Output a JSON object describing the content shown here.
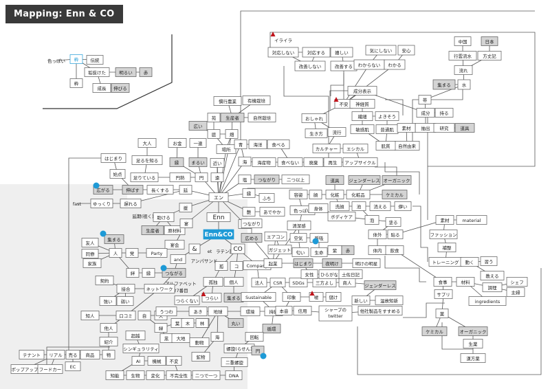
{
  "title": "Mapping: Enn & CO",
  "colors": {
    "line": "#555555",
    "box_border": "#555555",
    "gray_fill": "#d4d4d4",
    "accent_blue": "#1e9ad6",
    "alert_red": "#c0141b",
    "bg_gray": "#eeeeee"
  },
  "nodes": [
    {
      "id": "irairа",
      "text": "イライラ"
    },
    {
      "id": "taiou",
      "text": "対応しない"
    },
    {
      "id": "taiousuru",
      "text": "対応する"
    },
    {
      "id": "ureshii",
      "text": "嬉しい"
    },
    {
      "id": "kininaranai",
      "text": "気にしない"
    },
    {
      "id": "anshin",
      "text": "安心"
    },
    {
      "id": "kaizenshinai",
      "text": "改善しない"
    },
    {
      "id": "kaizensuru",
      "text": "改善する"
    },
    {
      "id": "wakaranai",
      "text": "わからない"
    },
    {
      "id": "wakaru",
      "text": "わかる"
    },
    {
      "id": "chugoku",
      "text": "中国"
    },
    {
      "id": "nihon",
      "text": "日本"
    },
    {
      "id": "gyoshoryusui",
      "text": "行雲流水"
    },
    {
      "id": "hojoki",
      "text": "方丈記"
    },
    {
      "id": "nagare",
      "text": "流れ"
    },
    {
      "id": "atsumaru",
      "text": "集まる"
    },
    {
      "id": "mizu",
      "text": "水"
    },
    {
      "id": "obi",
      "text": "帯"
    },
    {
      "id": "tamotsu",
      "text": "持る"
    },
    {
      "id": "seibun",
      "text": "成分"
    },
    {
      "id": "chushutsu",
      "text": "抽出"
    },
    {
      "id": "kenkyu",
      "text": "研究"
    },
    {
      "id": "dougu1",
      "text": "道具"
    },
    {
      "id": "seibunhyoji",
      "text": "成分表示"
    },
    {
      "id": "fuan",
      "text": "不安"
    },
    {
      "id": "shinkeishitsu",
      "text": "神経質"
    },
    {
      "id": "oshare",
      "text": "おしゃれ"
    },
    {
      "id": "saisai",
      "text": "繊細"
    },
    {
      "id": "yokisou",
      "text": "よきそう"
    },
    {
      "id": "binkanhada",
      "text": "敏感肌"
    },
    {
      "id": "futsuhada",
      "text": "普通肌"
    },
    {
      "id": "sozai1",
      "text": "素材"
    },
    {
      "id": "shizenyurai",
      "text": "自然由来"
    },
    {
      "id": "ikikata",
      "text": "生き方"
    },
    {
      "id": "ryuko",
      "text": "流行"
    },
    {
      "id": "culture",
      "text": "カルチャー"
    },
    {
      "id": "ethical",
      "text": "エシカル"
    },
    {
      "id": "hadashitsu",
      "text": "肌質"
    },
    {
      "id": "kanko",
      "text": "慣行農業"
    },
    {
      "id": "yuki",
      "text": "有機栽培"
    },
    {
      "id": "seisansha1",
      "text": "生産者"
    },
    {
      "id": "shizensaibai",
      "text": "自然栽培"
    },
    {
      "id": "hiroi",
      "text": "広い"
    },
    {
      "id": "en_en",
      "text": "苑"
    },
    {
      "id": "niwa",
      "text": "庭"
    },
    {
      "id": "hatake",
      "text": "畑"
    },
    {
      "id": "basho",
      "text": "場所"
    },
    {
      "id": "ao",
      "text": "青"
    },
    {
      "id": "kaiyo",
      "text": "海洋"
    },
    {
      "id": "taberu",
      "text": "食べる"
    },
    {
      "id": "umi",
      "text": "海"
    },
    {
      "id": "kaisanbutsu",
      "text": "海産物"
    },
    {
      "id": "tabenai",
      "text": "食べない"
    },
    {
      "id": "haiki",
      "text": "廃棄"
    },
    {
      "id": "saisei",
      "text": "再生"
    },
    {
      "id": "upcycle",
      "text": "アップサイクル"
    },
    {
      "id": "otona",
      "text": "大人"
    },
    {
      "id": "okane",
      "text": "お金"
    },
    {
      "id": "ichiren",
      "text": "一連"
    },
    {
      "id": "kane",
      "text": "縁"
    },
    {
      "id": "marui",
      "text": "まるい"
    },
    {
      "id": "chikai",
      "text": "近い"
    },
    {
      "id": "tooi",
      "text": "遠"
    },
    {
      "id": "en_circle",
      "text": "円"
    },
    {
      "id": "tarumoshiru",
      "text": "足るを知る"
    },
    {
      "id": "tariteiru",
      "text": "足りている"
    },
    {
      "id": "enjuku",
      "text": "円熟"
    },
    {
      "id": "hajimari1",
      "text": "はじまり"
    },
    {
      "id": "shiten",
      "text": "始点"
    },
    {
      "id": "hirogeru",
      "text": "広がる"
    },
    {
      "id": "nobasu",
      "text": "伸ばす"
    },
    {
      "id": "nagakusuru",
      "text": "長くする"
    },
    {
      "id": "en_en2",
      "text": "延"
    },
    {
      "id": "fast",
      "text": "fast"
    },
    {
      "id": "yukkuri",
      "text": "ゆっくり"
    },
    {
      "id": "okureru",
      "text": "遅れる"
    },
    {
      "id": "enki",
      "text": "延期(祖く)"
    },
    {
      "id": "shio",
      "text": "塩"
    },
    {
      "id": "tsunagari1",
      "text": "つながり"
    },
    {
      "id": "futatsuijo",
      "text": "二つ以上"
    },
    {
      "id": "en_main",
      "text": "エン"
    },
    {
      "id": "en_en3",
      "text": "縁"
    },
    {
      "id": "fuchi",
      "text": "ふち"
    },
    {
      "id": "en_en4",
      "text": "艶"
    },
    {
      "id": "adeyaka",
      "text": "あでやか"
    },
    {
      "id": "en_en5",
      "text": "援"
    },
    {
      "id": "en_en6",
      "text": "演"
    },
    {
      "id": "enn_label",
      "text": "Enn"
    },
    {
      "id": "enco",
      "text": "Enn&CO"
    },
    {
      "id": "tasukeru",
      "text": "助ける"
    },
    {
      "id": "seisansha2",
      "text": "生産者"
    },
    {
      "id": "genzairyo",
      "text": "原材料"
    },
    {
      "id": "en_en7",
      "text": "宴"
    },
    {
      "id": "kaiko",
      "text": "宴会"
    },
    {
      "id": "party",
      "text": "Party"
    },
    {
      "id": "to",
      "text": "党"
    },
    {
      "id": "hito",
      "text": "人"
    },
    {
      "id": "yujin",
      "text": "友人"
    },
    {
      "id": "doryo",
      "text": "同僚"
    },
    {
      "id": "kazoku",
      "text": "家族"
    },
    {
      "id": "atsumaru2",
      "text": "集まる"
    },
    {
      "id": "kizuna",
      "text": "絆"
    },
    {
      "id": "en_en8",
      "text": "縁"
    },
    {
      "id": "tsunagaru",
      "text": "つながる"
    },
    {
      "id": "amp",
      "text": "&"
    },
    {
      "id": "et",
      "text": "et"
    },
    {
      "id": "latin",
      "text": "ラテン語"
    },
    {
      "id": "ampersand",
      "text": "アンパサンド"
    },
    {
      "id": "and",
      "text": "and"
    },
    {
      "id": "alphabet",
      "text": "アルファベット"
    },
    {
      "id": "n27",
      "text": "27番目"
    },
    {
      "id": "co",
      "text": "CO"
    },
    {
      "id": "ko1",
      "text": "孤"
    },
    {
      "id": "ko2",
      "text": "コ"
    },
    {
      "id": "kodoku",
      "text": "孤独"
    },
    {
      "id": "kojin",
      "text": "個人"
    },
    {
      "id": "company",
      "text": "Company"
    },
    {
      "id": "tsurakunai",
      "text": "つらくない"
    },
    {
      "id": "tsurai",
      "text": "つらい"
    },
    {
      "id": "atsumaru3",
      "text": "集まる"
    },
    {
      "id": "hojin",
      "text": "法人"
    },
    {
      "id": "keiyaku",
      "text": "契約"
    },
    {
      "id": "secchi",
      "text": "接合"
    },
    {
      "id": "tsuyoi",
      "text": "強い"
    },
    {
      "id": "yowai",
      "text": "弱い"
    },
    {
      "id": "network",
      "text": "ネットワーク"
    },
    {
      "id": "chijin",
      "text": "知人"
    },
    {
      "id": "kuchikomi",
      "text": "口コミ"
    },
    {
      "id": "tanin",
      "text": "他人"
    },
    {
      "id": "shokai",
      "text": "紹介"
    },
    {
      "id": "tenant",
      "text": "テナント"
    },
    {
      "id": "real",
      "text": "リアル"
    },
    {
      "id": "uru",
      "text": "売る"
    },
    {
      "id": "shohin",
      "text": "商品"
    },
    {
      "id": "mono",
      "text": "物"
    },
    {
      "id": "popup",
      "text": "ポップアップ"
    },
    {
      "id": "foodcar",
      "text": "フードカー"
    },
    {
      "id": "ec",
      "text": "EC"
    },
    {
      "id": "shi1",
      "text": "自"
    },
    {
      "id": "ten",
      "text": "天"
    },
    {
      "id": "midori",
      "text": "緑"
    },
    {
      "id": "ha",
      "text": "葉"
    },
    {
      "id": "ki",
      "text": "木"
    },
    {
      "id": "mori",
      "text": "森"
    },
    {
      "id": "hayashi",
      "text": "林"
    },
    {
      "id": "kuro",
      "text": "黒"
    },
    {
      "id": "daichi",
      "text": "大地"
    },
    {
      "id": "utsuwa",
      "text": "うつわ"
    },
    {
      "id": "aki",
      "text": "あき"
    },
    {
      "id": "chikyu",
      "text": "地球"
    },
    {
      "id": "marui2",
      "text": "丸い"
    },
    {
      "id": "dobutsu",
      "text": "動物"
    },
    {
      "id": "umi2",
      "text": "海"
    },
    {
      "id": "kobutsu",
      "text": "鉱物"
    },
    {
      "id": "kankyo",
      "text": "環境"
    },
    {
      "id": "jizoku",
      "text": "持続"
    },
    {
      "id": "junkan",
      "text": "循環"
    },
    {
      "id": "kaiten",
      "text": "回転"
    },
    {
      "id": "rasen",
      "text": "螺旋(らせん)"
    },
    {
      "id": "en_circle2",
      "text": "円"
    },
    {
      "id": "nijurasen",
      "text": "二重螺旋"
    },
    {
      "id": "dna",
      "text": "DNA"
    },
    {
      "id": "chono",
      "text": "超越"
    },
    {
      "id": "singularity",
      "text": "シンギュラリティ"
    },
    {
      "id": "ai",
      "text": "AI"
    },
    {
      "id": "kikai",
      "text": "機械"
    },
    {
      "id": "fuhen",
      "text": "不変"
    },
    {
      "id": "chino",
      "text": "知能"
    },
    {
      "id": "seibutsu",
      "text": "生物"
    },
    {
      "id": "henka",
      "text": "変化"
    },
    {
      "id": "fukanzensei",
      "text": "不完全性"
    },
    {
      "id": "futatsudeitsu",
      "text": "二つで一つ"
    },
    {
      "id": "sustainable",
      "text": "Sustainable"
    },
    {
      "id": "csr",
      "text": "CSR"
    },
    {
      "id": "sdgs",
      "text": "SDGs"
    },
    {
      "id": "sanpoyoshi",
      "text": "三方よし"
    },
    {
      "id": "shonin",
      "text": "商人"
    },
    {
      "id": "inshou",
      "text": "印象"
    },
    {
      "id": "uso",
      "text": "嘘"
    },
    {
      "id": "mokeke",
      "text": "儲け"
    },
    {
      "id": "honshu",
      "text": "本音"
    },
    {
      "id": "shinyo",
      "text": "信用"
    },
    {
      "id": "share_twitter",
      "text": "シャープの twitter"
    },
    {
      "id": "tashaseihin",
      "text": "他社製品をすすめる"
    },
    {
      "id": "gender2",
      "text": "ジェンダーレス"
    },
    {
      "id": "atarashii",
      "text": "新しい"
    },
    {
      "id": "onkochishin",
      "text": "温故知新"
    },
    {
      "id": "kigyo",
      "text": "起業"
    },
    {
      "id": "hajimari2",
      "text": "はじまり"
    },
    {
      "id": "yoake",
      "text": "夜明け"
    },
    {
      "id": "ashita",
      "text": "明けの明星"
    },
    {
      "id": "josei",
      "text": "女性"
    },
    {
      "id": "hiragana",
      "text": "ひらがな"
    },
    {
      "id": "tosanikki",
      "text": "土佐日記"
    },
    {
      "id": "aircon",
      "text": "エアコン"
    },
    {
      "id": "gadget",
      "text": "ガジェット"
    },
    {
      "id": "seiketsu",
      "text": "清潔感"
    },
    {
      "id": "kuki",
      "text": "空気"
    },
    {
      "id": "kokyu",
      "text": "呼吸"
    },
    {
      "id": "nioi",
      "text": "匂い"
    },
    {
      "id": "seimei",
      "text": "生命"
    },
    {
      "id": "murasaki",
      "text": "紫"
    },
    {
      "id": "aka",
      "text": "赤"
    },
    {
      "id": "hirogaru2",
      "text": "広める"
    },
    {
      "id": "tsunagari2",
      "text": "つながり"
    },
    {
      "id": "yuzen",
      "text": "容姿"
    },
    {
      "id": "kao",
      "text": "顔"
    },
    {
      "id": "iroppoi",
      "text": "色っぽい"
    },
    {
      "id": "shintai",
      "text": "身体"
    },
    {
      "id": "body",
      "text": "ボディケア"
    },
    {
      "id": "dougu2",
      "text": "道具"
    },
    {
      "id": "gender1",
      "text": "ジェンダーレス"
    },
    {
      "id": "organic1",
      "text": "オーガニック"
    },
    {
      "id": "kesho",
      "text": "化粧"
    },
    {
      "id": "keshohin",
      "text": "化粧品"
    },
    {
      "id": "chemical1",
      "text": "ケミカル"
    },
    {
      "id": "sengan",
      "text": "洗顔"
    },
    {
      "id": "ike",
      "text": "池"
    },
    {
      "id": "kieru",
      "text": "消える"
    },
    {
      "id": "hakanai",
      "text": "儚い"
    },
    {
      "id": "awa",
      "text": "泡"
    },
    {
      "id": "nuru",
      "text": "塗る"
    },
    {
      "id": "taigai",
      "text": "体外"
    },
    {
      "id": "haru",
      "text": "貼る"
    },
    {
      "id": "tainai",
      "text": "体内"
    },
    {
      "id": "inshoku",
      "text": "飲食"
    },
    {
      "id": "sozai2",
      "text": "素材"
    },
    {
      "id": "material",
      "text": "material"
    },
    {
      "id": "fashion",
      "text": "ファッション"
    },
    {
      "id": "hokyo",
      "text": "補整"
    },
    {
      "id": "training",
      "text": "トレーニング"
    },
    {
      "id": "ugoku",
      "text": "動く"
    },
    {
      "id": "narau",
      "text": "習う"
    },
    {
      "id": "oshieru",
      "text": "教える"
    },
    {
      "id": "shokuji",
      "text": "食事"
    },
    {
      "id": "zairyo",
      "text": "材料"
    },
    {
      "id": "chori",
      "text": "調理"
    },
    {
      "id": "chef",
      "text": "シェフ"
    },
    {
      "id": "shufu",
      "text": "主婦"
    },
    {
      "id": "supply",
      "text": "サプリ"
    },
    {
      "id": "ingredients",
      "text": "ingredients"
    },
    {
      "id": "kusuri",
      "text": "薬"
    },
    {
      "id": "chemical2",
      "text": "ケミカル"
    },
    {
      "id": "organic2",
      "text": "オーガニック"
    },
    {
      "id": "seiyaku",
      "text": "生薬"
    },
    {
      "id": "kanpoyaku",
      "text": "漢方薬"
    },
    {
      "id": "irozuppai",
      "text": "色っぽい"
    },
    {
      "id": "sui_blue",
      "text": "粋"
    },
    {
      "id": "dento",
      "text": "伝統"
    },
    {
      "id": "sui2",
      "text": "粋"
    },
    {
      "id": "akanuketa",
      "text": "垢抜けた"
    },
    {
      "id": "akarui",
      "text": "明るい"
    },
    {
      "id": "aka2",
      "text": "赤"
    },
    {
      "id": "seicho",
      "text": "成長"
    },
    {
      "id": "nobiru",
      "text": "伸びる"
    }
  ]
}
